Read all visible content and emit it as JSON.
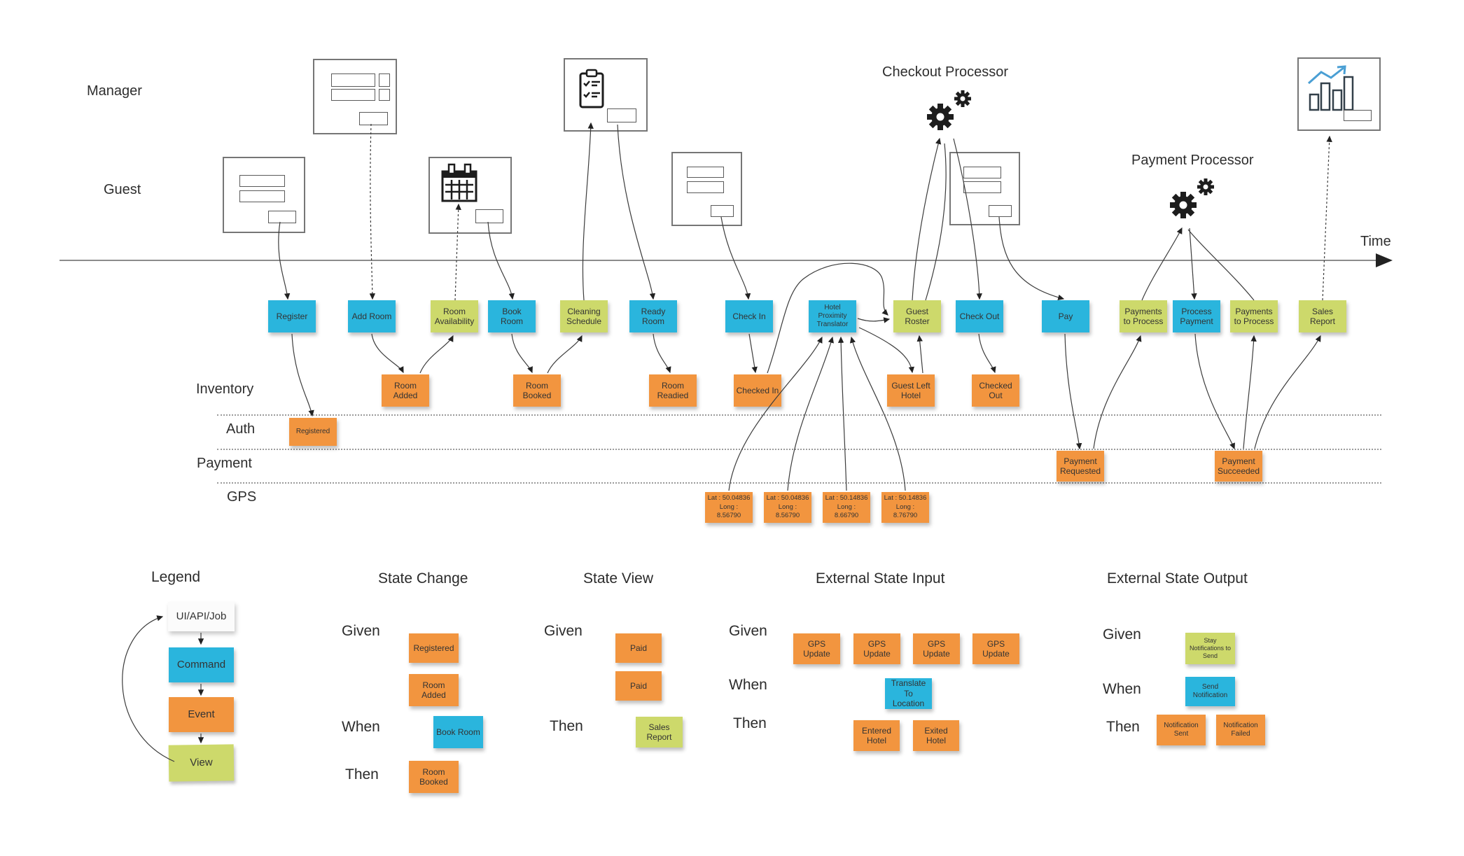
{
  "labels": {
    "manager": "Manager",
    "guest": "Guest",
    "checkout_processor": "Checkout Processor",
    "payment_processor": "Payment Processor",
    "time": "Time"
  },
  "lanes": {
    "inventory": "Inventory",
    "auth": "Auth",
    "payment": "Payment",
    "gps": "GPS"
  },
  "timeline": {
    "register": "Register",
    "add_room": "Add Room",
    "room_availability": "Room Availability",
    "book_room": "Book Room",
    "cleaning_schedule": "Cleaning Schedule",
    "ready_room": "Ready Room",
    "check_in": "Check In",
    "hotel_proximity_translator": "Hotel Proximity Translator",
    "guest_roster": "Guest Roster",
    "check_out": "Check Out",
    "pay": "Pay",
    "payments_to_process_1": "Payments to Process",
    "process_payment": "Process Payment",
    "payments_to_process_2": "Payments to Process",
    "sales_report": "Sales Report",
    "room_added": "Room Added",
    "room_booked": "Room Booked",
    "room_readied": "Room Readied",
    "checked_in": "Checked In",
    "guest_left_hotel": "Guest Left Hotel",
    "checked_out": "Checked Out",
    "registered": "Registered",
    "payment_requested": "Payment Requested",
    "payment_succeeded": "Payment Succeeded"
  },
  "gps_events": [
    {
      "lat": "Lat : 50.04836",
      "long": "Long : 8.56790"
    },
    {
      "lat": "Lat : 50.04836",
      "long": "Long : 8.56790"
    },
    {
      "lat": "Lat : 50.14836",
      "long": "Long : 8.66790"
    },
    {
      "lat": "Lat : 50.14836",
      "long": "Long : 8.76790"
    }
  ],
  "legend": {
    "title": "Legend",
    "ui_api_job": "UI/API/Job",
    "command": "Command",
    "event": "Event",
    "view": "View"
  },
  "specs": {
    "state_change": {
      "title": "State Change",
      "given_label": "Given",
      "when_label": "When",
      "then_label": "Then",
      "given": [
        "Registered",
        "Room Added"
      ],
      "when": [
        "Book Room"
      ],
      "then": [
        "Room Booked"
      ]
    },
    "state_view": {
      "title": "State View",
      "given_label": "Given",
      "then_label": "Then",
      "given": [
        "Paid",
        "Paid"
      ],
      "then": [
        "Sales Report"
      ]
    },
    "external_state_input": {
      "title": "External State Input",
      "given_label": "Given",
      "when_label": "When",
      "then_label": "Then",
      "given": [
        "GPS Update",
        "GPS Update",
        "GPS Update",
        "GPS Update"
      ],
      "when": [
        "Translate To Location"
      ],
      "then": [
        "Entered Hotel",
        "Exited Hotel"
      ]
    },
    "external_state_output": {
      "title": "External State Output",
      "given_label": "Given",
      "when_label": "When",
      "then_label": "Then",
      "given": [
        "Stay Notifications to Send"
      ],
      "when": [
        "Send Notification"
      ],
      "then": [
        "Notification Sent",
        "Notification Failed"
      ]
    }
  },
  "colors": {
    "command": "#2ab5dd",
    "event": "#f2953f",
    "view": "#cdd96b",
    "note_text": "#333333"
  }
}
